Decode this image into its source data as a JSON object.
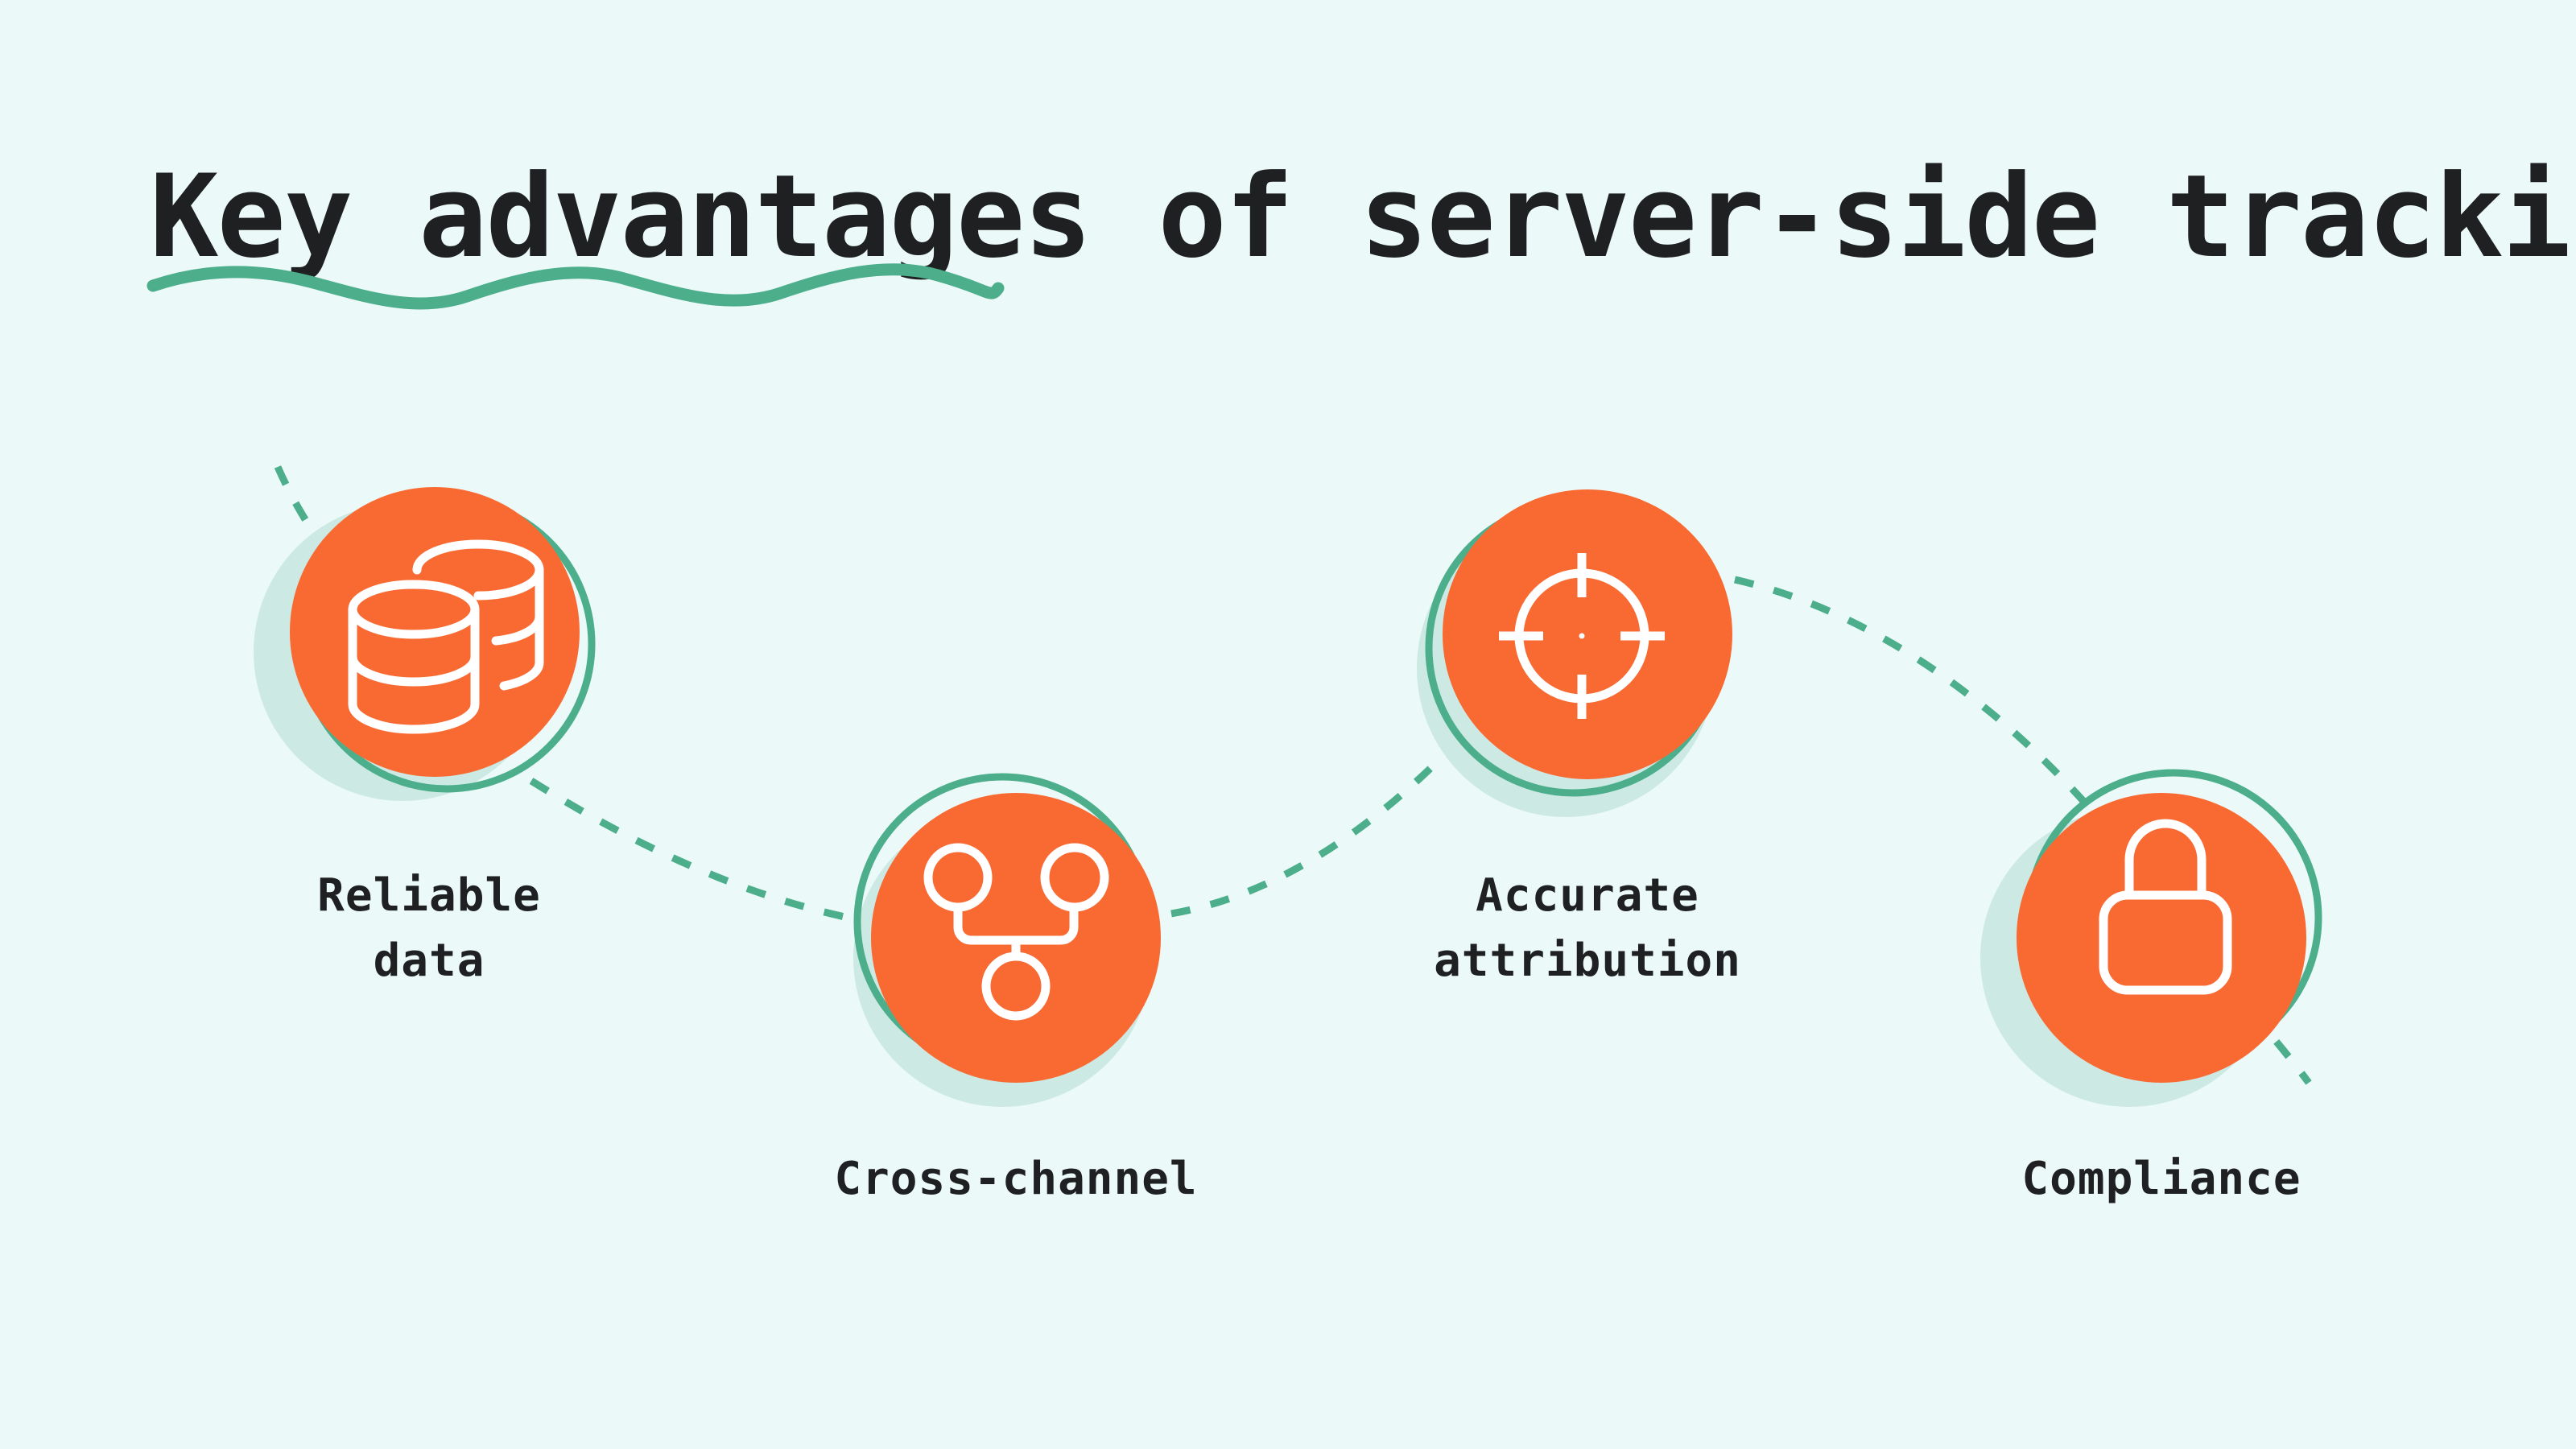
{
  "page": {
    "background_color": "#EBFAF8",
    "accent_orange": "#F96A33",
    "accent_green": "#4CAE8B",
    "shadow_mint": "#CDE9E4",
    "text_color": "#1E2021",
    "icon_stroke": "#FFFFFF"
  },
  "header": {
    "title": "Key advantages of server-side tracking",
    "underline": "wavy-green-underline"
  },
  "diagram": {
    "type": "zigzag-flow",
    "connector_style": "dashed-curve",
    "nodes": [
      {
        "id": "reliable-data",
        "label_line1": "Reliable",
        "label_line2": "data",
        "icon": "database-icon",
        "position": "top",
        "index": "1"
      },
      {
        "id": "cross-channel",
        "label_line1": "Cross-channel",
        "label_line2": "",
        "icon": "node-network-icon",
        "position": "bottom",
        "index": "2"
      },
      {
        "id": "accurate-attribution",
        "label_line1": "Accurate",
        "label_line2": "attribution",
        "icon": "crosshair-target-icon",
        "position": "top",
        "index": "3"
      },
      {
        "id": "compliance",
        "label_line1": "Compliance",
        "label_line2": "",
        "icon": "padlock-icon",
        "position": "bottom",
        "index": "4"
      }
    ]
  }
}
